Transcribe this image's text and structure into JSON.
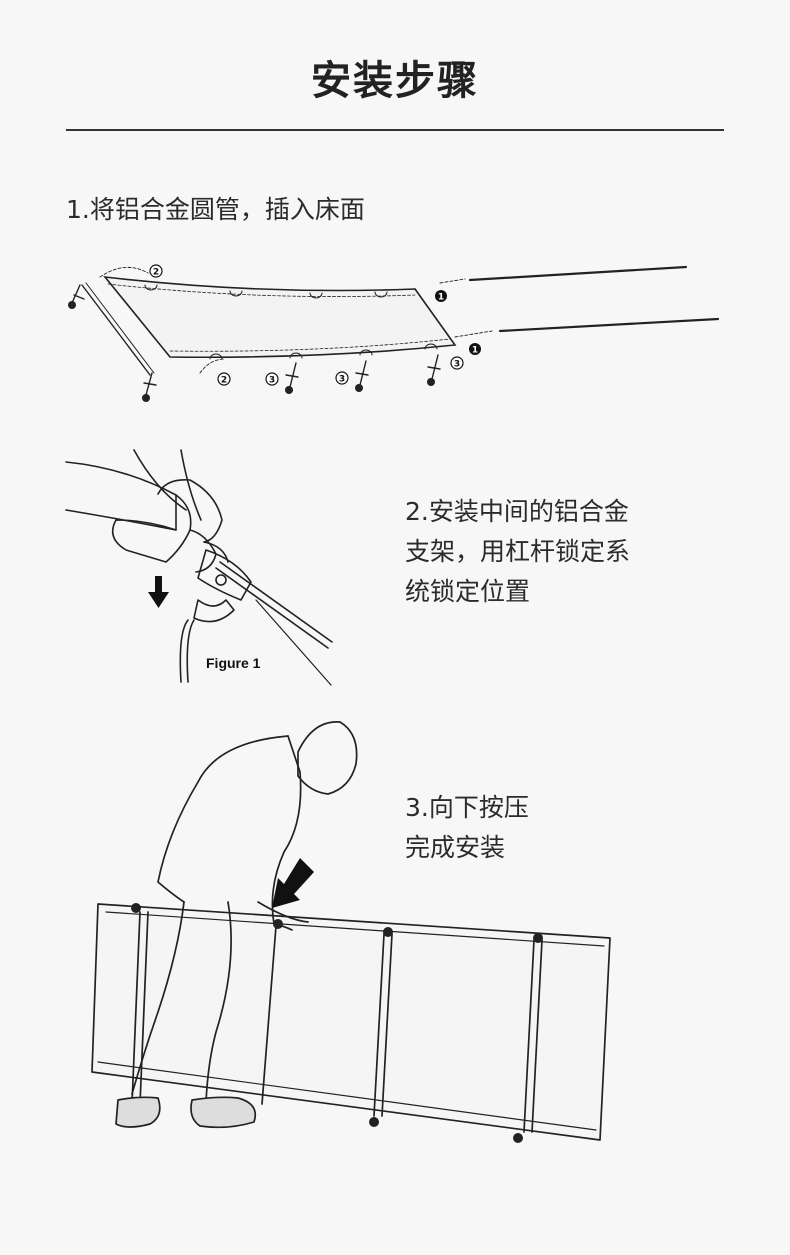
{
  "header": {
    "title": "安装步骤"
  },
  "steps": [
    {
      "lines": [
        "1.将铝合金圆管，插入床面"
      ]
    },
    {
      "lines": [
        "2.安装中间的铝合金",
        "支架，用杠杆锁定系",
        "统锁定位置"
      ],
      "figure_label": "Figure 1"
    },
    {
      "lines": [
        "3.向下按压",
        "完成安装"
      ]
    }
  ],
  "diagram1": {
    "callouts": [
      "➊",
      "➊",
      "➋",
      "➋",
      "➌",
      "➌",
      "➌"
    ]
  },
  "callout_digits": {
    "one": "1",
    "two": "2",
    "three": "3"
  }
}
